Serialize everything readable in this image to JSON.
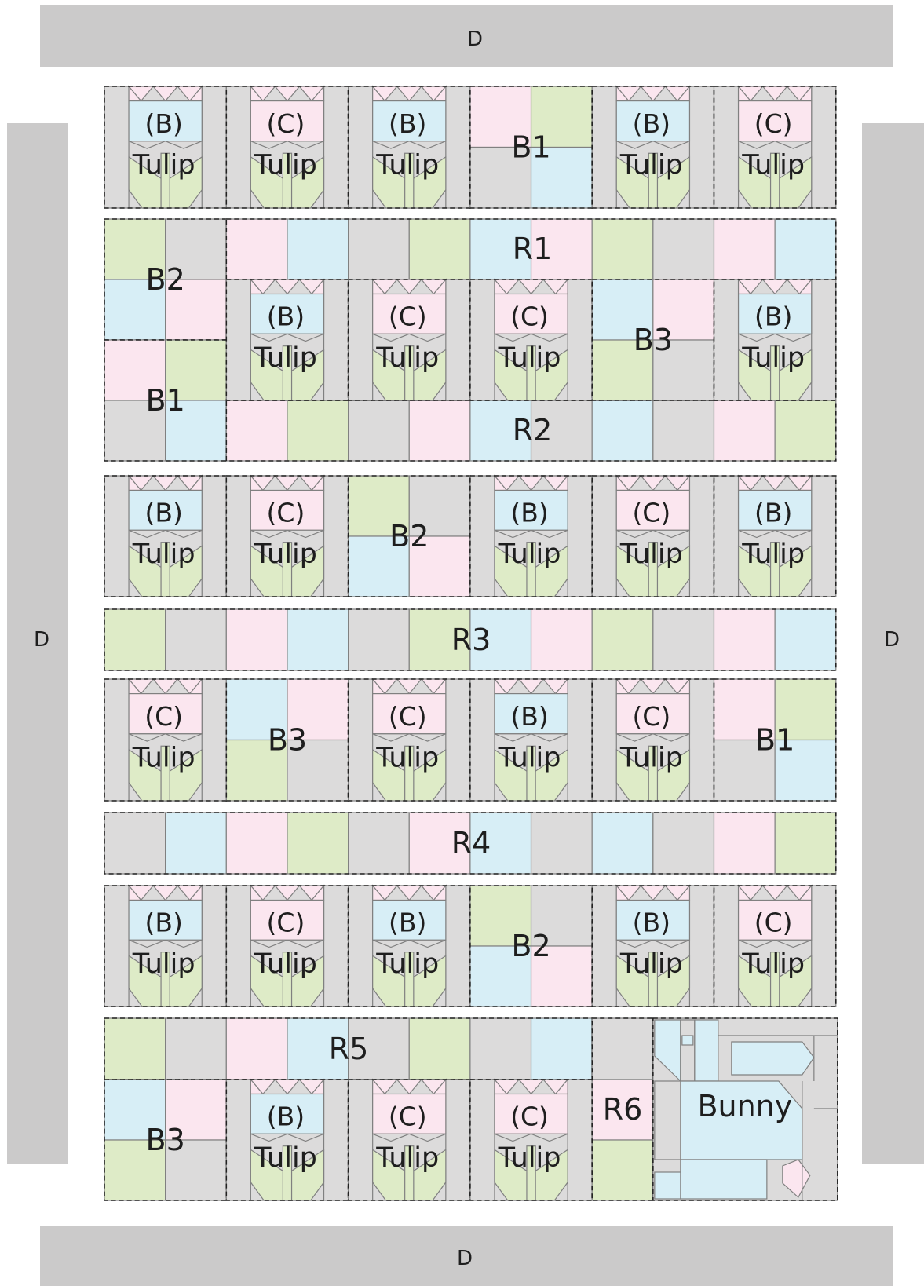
{
  "colors": {
    "gray": "#dcdbdb",
    "blue": "#d7eef6",
    "pink": "#fbe6ef",
    "green": "#deebc7",
    "border_gray": "#cbcaca",
    "line": "#808080",
    "dash": "#222222"
  },
  "borders": {
    "top": "D",
    "bottom": "D",
    "left": "D",
    "right": "D"
  },
  "tulip_word": "Tulip",
  "section_rows": [
    [
      "(B)",
      "(C)",
      "(B)",
      "B1",
      "(B)",
      "(C)"
    ],
    [
      "B2",
      "R1",
      "(B)",
      "(C)",
      "(C)",
      "B3",
      "(B)",
      "B1",
      "R2"
    ],
    [
      "(B)",
      "(C)",
      "B2",
      "(B)",
      "(C)",
      "(B)"
    ],
    [
      "R3"
    ],
    [
      "(C)",
      "B3",
      "(C)",
      "(B)",
      "(C)",
      "B1"
    ],
    [
      "R4"
    ],
    [
      "(B)",
      "(C)",
      "(B)",
      "B2",
      "(B)",
      "(C)"
    ],
    [
      "R5",
      "R6",
      "Bunny",
      "B3",
      "(B)",
      "(C)",
      "(C)"
    ]
  ]
}
